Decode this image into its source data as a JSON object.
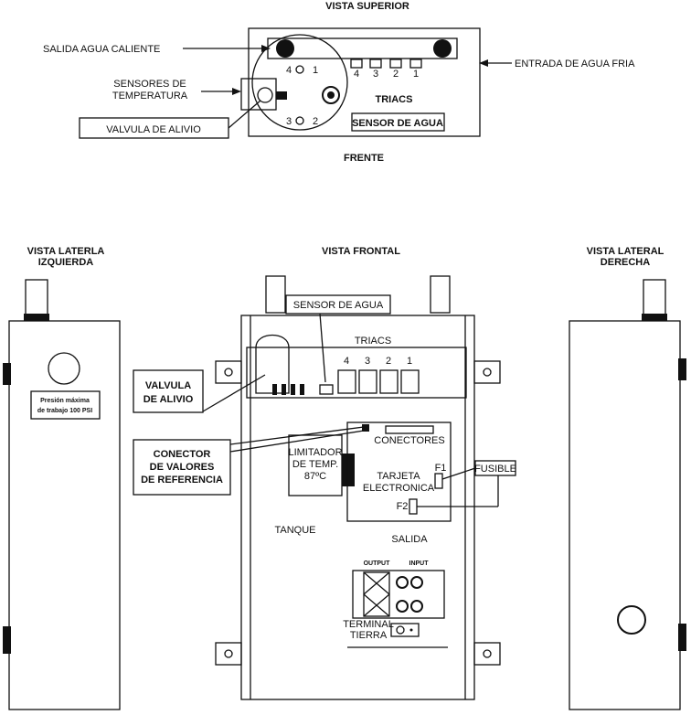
{
  "top_view": {
    "title": "VISTA SUPERIOR",
    "front_label": "FRENTE",
    "hot_water_outlet": "SALIDA AGUA CALIENTE",
    "cold_water_inlet": "ENTRADA DE AGUA FRIA",
    "temp_sensors_line1": "SENSORES DE",
    "temp_sensors_line2": "TEMPERATURA",
    "relief_valve": "VALVULA DE ALIVIO",
    "triacs": "TRIACS",
    "water_sensor": "SENSOR DE AGUA",
    "triac_numbers": [
      "4",
      "3",
      "2",
      "1"
    ],
    "element_numbers": [
      "4",
      "1",
      "3",
      "2"
    ]
  },
  "left_view": {
    "title_line1": "VISTA LATERLA",
    "title_line2": "IZQUIERDA",
    "plate_line1": "Presión máxima",
    "plate_line2": "de trabajo 100 PSI"
  },
  "front_view": {
    "title": "VISTA FRONTAL",
    "water_sensor": "SENSOR DE AGUA",
    "triacs": "TRIACS",
    "triac_numbers": [
      "4",
      "3",
      "2",
      "1"
    ],
    "relief_valve_line1": "VALVULA",
    "relief_valve_line2": "DE ALIVIO",
    "connector_line1": "CONECTOR",
    "connector_line2": "DE VALORES",
    "connector_line3": "DE REFERENCIA",
    "limiter_line1": "LIMITADOR",
    "limiter_line2": "DE TEMP.",
    "limiter_line3": "87ºC",
    "connectors": "CONECTORES",
    "board_line1": "TARJETA",
    "board_line2": "ELECTRONICA",
    "fuse": "FUSIBLE",
    "f1": "F1",
    "f2": "F2",
    "tank": "TANQUE",
    "outlet": "SALIDA",
    "output": "OUTPUT",
    "input": "INPUT",
    "terminal_line1": "TERMINAL",
    "terminal_line2": "TIERRA"
  },
  "right_view": {
    "title_line1": "VISTA LATERAL",
    "title_line2": "DERECHA"
  }
}
